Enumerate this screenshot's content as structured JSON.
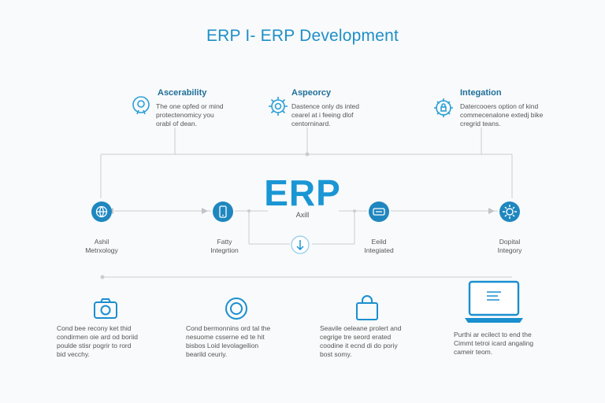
{
  "title": "ERP I- ERP Development",
  "center": {
    "big": "ERP",
    "sub": "Axill"
  },
  "top_items": [
    {
      "heading": "Ascerability",
      "desc": "The one opfed or mind\nprotectenomicy you\norabl of dean.",
      "icon": "gear-head-icon"
    },
    {
      "heading": "Aspeorcy",
      "desc": "Dastence only ds inted\ncearel at i feeing dlof\ncentorninard.",
      "icon": "gear-icon"
    },
    {
      "heading": "Integation",
      "desc": "Datercooers option of kind\ncommecenalone extedj bike\ncregrid teans.",
      "icon": "gear-lock-icon"
    }
  ],
  "mid_nodes": [
    {
      "label": "Ashil\nMetrxology",
      "icon": "globe-icon"
    },
    {
      "label": "Fatty\nIntegrtion",
      "icon": "phone-icon"
    },
    {
      "label": "Eeild\nIntegiated",
      "icon": "device-icon"
    },
    {
      "label": "Dopital\nIntegory",
      "icon": "gear-icon"
    }
  ],
  "bottom_items": [
    {
      "desc": "Cond bee recony ket thid\ncondirmen oie ard od boriid\npoulde stisr pogrir to rord\nbid vecchy.",
      "icon": "camera-icon"
    },
    {
      "desc": "Cond bermonnins ord tal the\nnesuome csserne ed te hit\nbisbos Loid levolageilion\nbearild ceuriy.",
      "icon": "circle-target-icon"
    },
    {
      "desc": "Seavile oeleane prolert and\ncegrige tre seord erated\ncoodine it ecnd di do poriy\nbost somy.",
      "icon": "shopping-bag-icon"
    },
    {
      "desc": "Purthi ar ecilect to end the\nCimmt tetroi icard angaling\ncameir teom.",
      "icon": "laptop-icon"
    }
  ],
  "colors": {
    "accent": "#1a96d4",
    "line": "#c9cdd2"
  }
}
